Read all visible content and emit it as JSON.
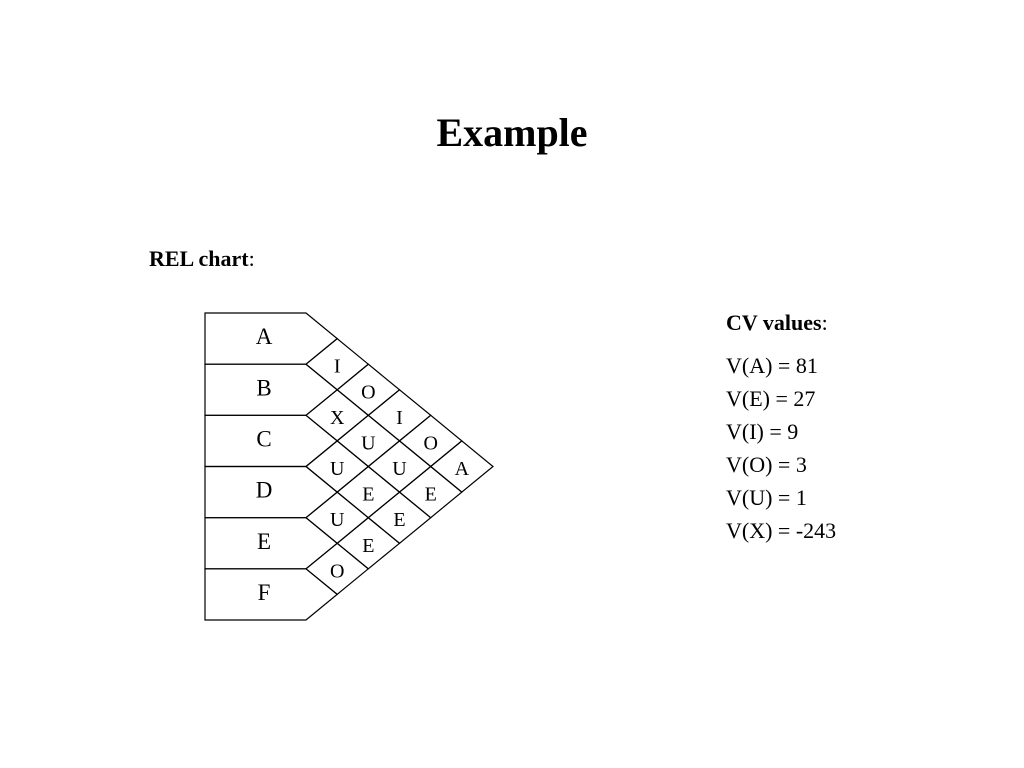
{
  "title": "Example",
  "rel_chart": {
    "label": "REL chart",
    "suffix": ":",
    "rows": [
      "A",
      "B",
      "C",
      "D",
      "E",
      "F"
    ],
    "relationships": [
      [
        "I",
        "O",
        "I",
        "O",
        "A"
      ],
      [
        "X",
        "U",
        "U",
        "E"
      ],
      [
        "U",
        "E",
        "E"
      ],
      [
        "U",
        "E"
      ],
      [
        "O"
      ]
    ]
  },
  "cv_values": {
    "label": "CV values",
    "suffix": ":",
    "items": [
      "V(A) = 81",
      "V(E) = 27",
      "V(I) = 9",
      "V(O) = 3",
      "V(U) = 1",
      "V(X) = -243"
    ]
  }
}
